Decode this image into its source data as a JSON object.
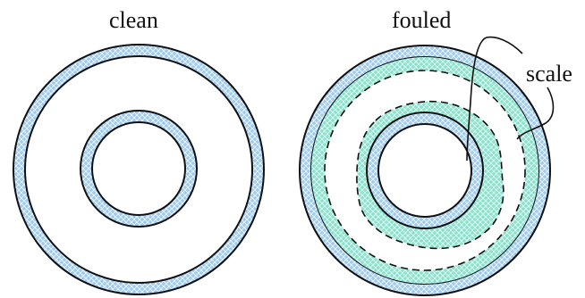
{
  "labels": {
    "clean": "clean",
    "fouled": "fouled",
    "scale": "scale"
  },
  "colors": {
    "pipe_wall": "#7fb8e6",
    "pipe_wall_pattern": "#cfe6fb",
    "scale_deposit": "#7fe0c6",
    "scale_pattern": "#cff5ea",
    "outline": "#111111",
    "background": "#ffffff"
  }
}
